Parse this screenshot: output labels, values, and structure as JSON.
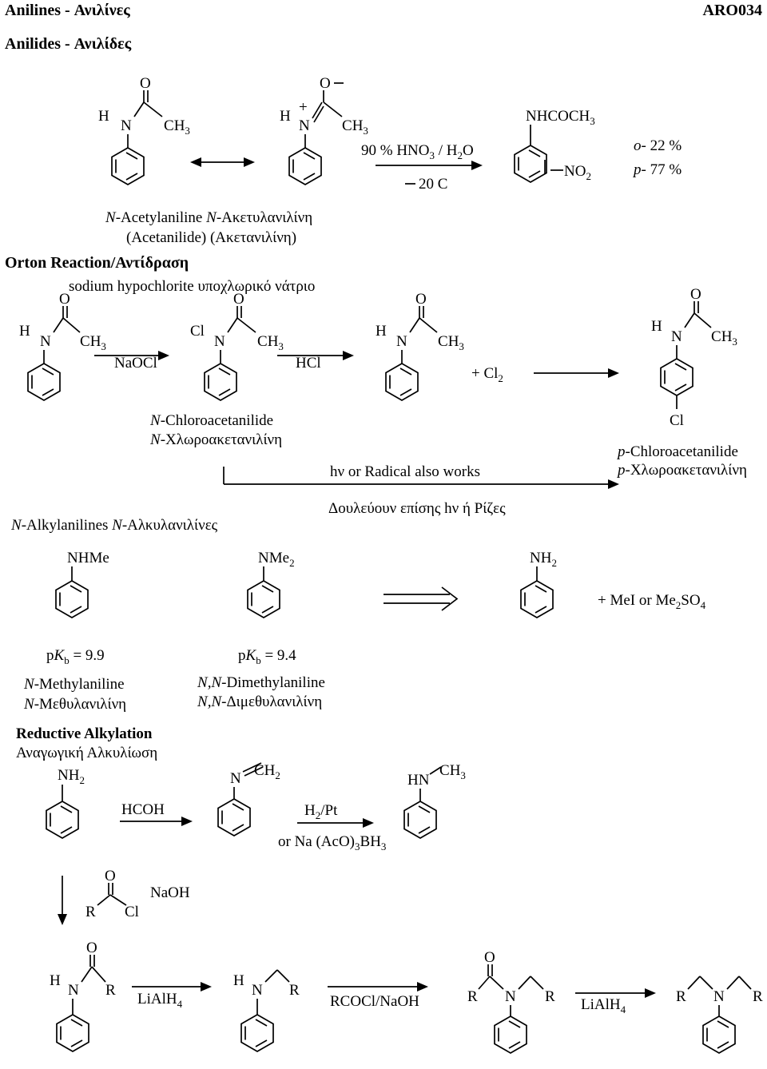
{
  "header": {
    "title": "Anilines - Ανιλίνες",
    "subtitle": "Anilides - Ανιλίδες",
    "code": "ARO034"
  },
  "atoms": {
    "H": "H",
    "N": "N",
    "O": "O",
    "C": "C",
    "Cl": "Cl",
    "R": "R",
    "NH": "NH",
    "HN": "HN",
    "NHMe": "NHMe",
    "NMe": "NMe",
    "LiAlH": "LiAlH",
    "plus": "+",
    "minus": "–",
    "three": "3",
    "two": "2",
    "four": "4"
  },
  "section1": {
    "acetanilide_name_line1": "-Acetylaniline ",
    "acetanilide_name_line1b": "-Ακετυλανιλίνη",
    "acetanilide_name_line2": "(Acetanilide) (Ακετανιλίνη)",
    "italic_N": "N",
    "nitration_reagent": "90 % HNO",
    "nitration_reagent_b": " / H",
    "nitration_reagent_c": "O",
    "nitration_temp": "20 C",
    "product_group": "NHCOCH",
    "nitro_group": "NO",
    "ortho_label": "o",
    "ortho_value": "- 22 %",
    "para_label": "p",
    "para_value": "- 77 %"
  },
  "orton": {
    "heading": "Orton Reaction/Αντίδραση",
    "reagent_name": "sodium hypochlorite υποχλωρικό νάτριο",
    "reagent1": "NaOCl",
    "reagent2": "HCl",
    "plus_cl2": "+ Cl",
    "intermediate_name1": "-Chloroacetanilide",
    "intermediate_name2": "-Χλωροακετανιλίνη",
    "hv_note": "hν or Radical also works",
    "hv_note_greek": "Δουλεύουν επίσης hν ή Ρίζες",
    "product_name1": "-Chloroacetanilide",
    "product_name2": "-Χλωροακετανιλίνη",
    "p_label": "p"
  },
  "alkyl": {
    "heading_a": "-Alkylanilines ",
    "heading_b": "-Αλκυλανιλίνες",
    "pkb_label": "p",
    "K": "K",
    "b": "b",
    "pkb1": " = 9.9",
    "pkb2": " = 9.4",
    "name1a": "-Methylaniline",
    "name1b": "-Μεθυλανιλίνη",
    "name2a": ",N",
    "name2b": "-Dimethylaniline",
    "name2c": "-Διμεθυλανιλίνη",
    "reagent": "+ MeI or Me",
    "reagent_b": "SO"
  },
  "reductive": {
    "heading": "Reductive Alkylation",
    "heading_greek": "Αναγωγική Αλκυλίωση",
    "reagent1": "HCOH",
    "reagent2": "H",
    "reagent2b": "/Pt",
    "reagent3": "or Na (AcO)",
    "reagent3b": "BH",
    "imine_group": "CH",
    "acyl_reagent": "NaOH",
    "reagent4": "LiAlH",
    "reagent5": "RCOCl/NaOH",
    "reagent6": "LiAlH"
  }
}
